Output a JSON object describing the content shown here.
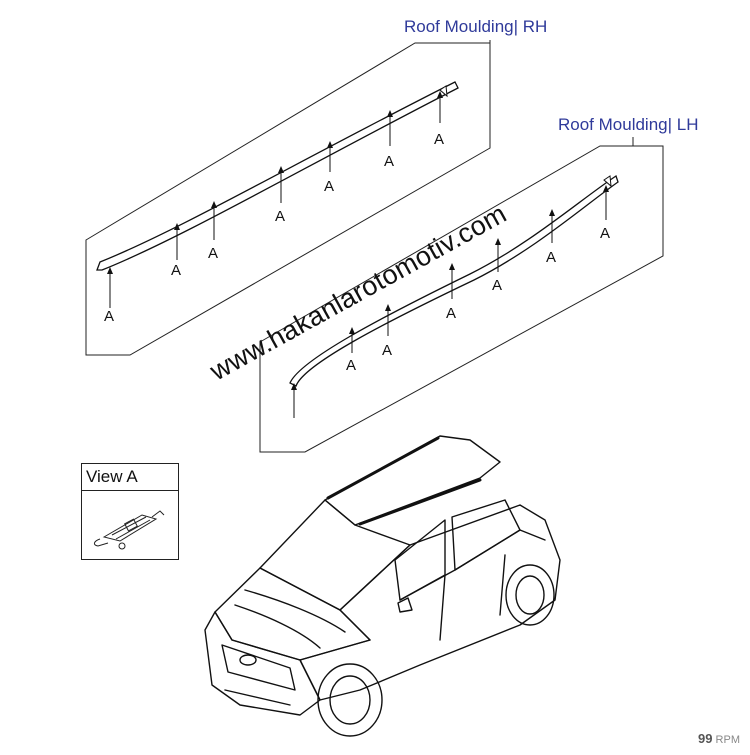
{
  "labels": {
    "rh": "Roof Moulding| RH",
    "lh": "Roof Moulding| LH"
  },
  "callout_letter": "A",
  "view_box": {
    "title": "View A"
  },
  "watermark": "www.hakanlarotomotiv.com",
  "corner_mark": {
    "number": "99",
    "suffix": "RPM"
  },
  "colors": {
    "label": "#2f3a9a",
    "line": "#111111"
  }
}
